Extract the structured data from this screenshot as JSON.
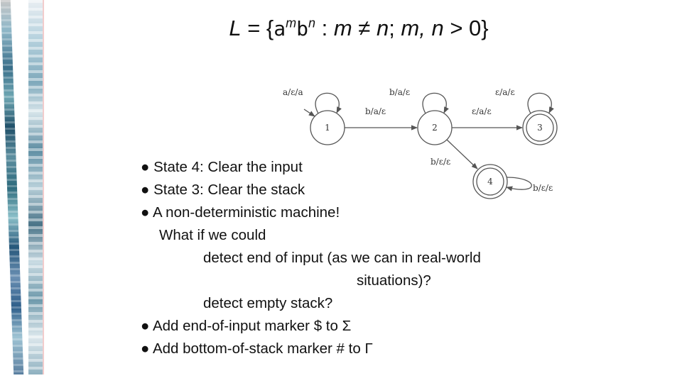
{
  "title": {
    "lhs": "L",
    "eq": " = {",
    "a": "a",
    "m": "m",
    "b": "b",
    "n": "n",
    "sep": " : ",
    "cond1": "m",
    "neq": " ≠ ",
    "cond2": "n",
    "semi": "; ",
    "cond3": "m, n",
    "gt": " > 0}"
  },
  "automaton": {
    "states": [
      "1",
      "2",
      "3",
      "4"
    ],
    "transitions": {
      "loop1": "a/ε/a",
      "edge12": "b/a/ε",
      "loop2": "b/a/ε",
      "edge23": "ε/a/ε",
      "loop3": "ε/a/ε",
      "edge24": "b/ε/ε",
      "loop4": "b/ε/ε"
    },
    "accepting": [
      "3",
      "4"
    ],
    "stroke_color": "#555555"
  },
  "bullets": {
    "b1": "● State 4:  Clear the input",
    "b2": "● State 3:  Clear the stack",
    "b3": "● A non-deterministic machine!",
    "b3a": "What if we could",
    "b3b": "detect end of input (as we can in real-world",
    "b3c": "situations)?",
    "b3d": "detect empty stack?",
    "b4": "● Add end-of-input marker $ to Σ",
    "b5": "● Add bottom-of-stack marker # to Γ"
  }
}
